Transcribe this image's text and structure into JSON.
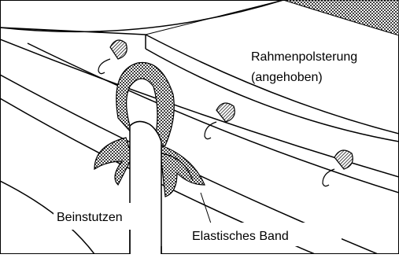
{
  "labels": {
    "frame_padding_line1": "Rahmenpolsterung",
    "frame_padding_line2": "(angehoben)",
    "leg_socket": "Beinstutzen",
    "elastic_band": "Elastisches Band"
  },
  "colors": {
    "line": "#000000",
    "background": "#ffffff",
    "pattern_dot": "#000000"
  },
  "icons": [
    "spring-hook-icon",
    "elastic-band-loop"
  ]
}
